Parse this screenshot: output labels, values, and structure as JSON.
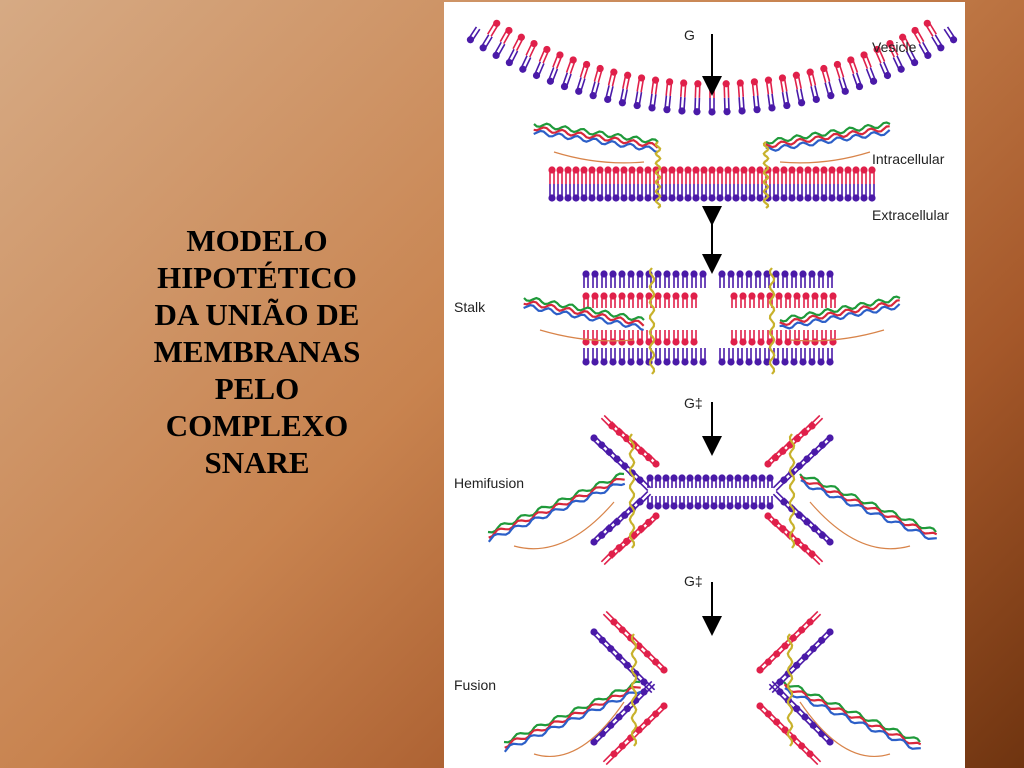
{
  "slide": {
    "title_lines": [
      "MODELO",
      "HIPOTÉTICO",
      "DA UNIÃO DE",
      "MEMBRANAS",
      "PELO",
      "COMPLEXO",
      "SNARE"
    ]
  },
  "figure": {
    "labels": {
      "vesicle": "Vesicle",
      "intracellular": "Intracellular",
      "extracellular": "Extracellular",
      "stalk": "Stalk",
      "hemifusion": "Hemifusion",
      "fusion": "Fusion"
    },
    "energy": {
      "g1": "G",
      "g2": "G‡",
      "g3": "G‡"
    },
    "colors": {
      "lipid_head_blue": "#4a1aa8",
      "lipid_head_red": "#e0204a",
      "snare_green": "#1f9a3a",
      "snare_red": "#d8283c",
      "snare_blue": "#2c5fc8",
      "snare_yellow": "#c8b22c",
      "linker_orange": "#d8844a"
    }
  }
}
